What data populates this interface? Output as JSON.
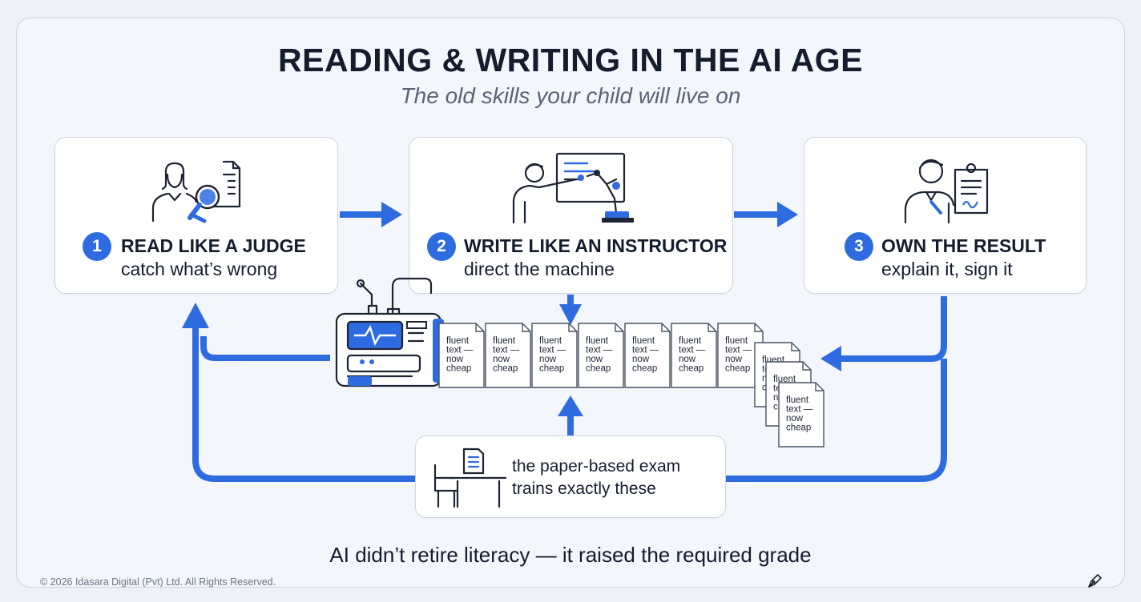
{
  "title": "READING & WRITING IN THE AI AGE",
  "subtitle": "The old skills your child will live on",
  "steps": [
    {
      "number": "1",
      "heading": "READ LIKE A JUDGE",
      "sub": "catch what’s wrong",
      "icon": "person-magnifier-document-icon"
    },
    {
      "number": "2",
      "heading": "WRITE LIKE AN INSTRUCTOR",
      "sub": "direct the machine",
      "icon": "person-pointing-robot-arm-icon"
    },
    {
      "number": "3",
      "heading": "OWN THE RESULT",
      "sub": "explain it, sign it",
      "icon": "person-signed-document-icon"
    }
  ],
  "machine": {
    "icon": "text-generating-machine-icon",
    "papers": [
      [
        "fluent",
        "text —",
        "now",
        "cheap"
      ],
      [
        "fluent",
        "text —",
        "now",
        "cheap"
      ],
      [
        "fluent",
        "text —",
        "now",
        "cheap"
      ],
      [
        "fluent",
        "text —",
        "now",
        "cheap"
      ],
      [
        "fluent",
        "text —",
        "now",
        "cheap"
      ],
      [
        "fluent",
        "text —",
        "now",
        "cheap"
      ],
      [
        "fluent",
        "text —",
        "now",
        "cheap"
      ]
    ],
    "stack": [
      [
        "fluent",
        "te",
        "n",
        "ch"
      ],
      [
        "fluent",
        "te",
        "n",
        "ch"
      ],
      [
        "fluent",
        "text —",
        "now",
        "cheap"
      ]
    ]
  },
  "exam": {
    "line1": "the paper-based exam",
    "line2": "trains exactly these",
    "icon": "exam-desk-icon"
  },
  "tagline": "AI didn’t retire literacy — it raised the required grade",
  "copyright": "© 2026 Idasara Digital (Pvt) Ltd. All Rights Reserved.",
  "colors": {
    "accent": "#2f6be0",
    "text": "#141c2e",
    "background": "#eef2f8"
  }
}
